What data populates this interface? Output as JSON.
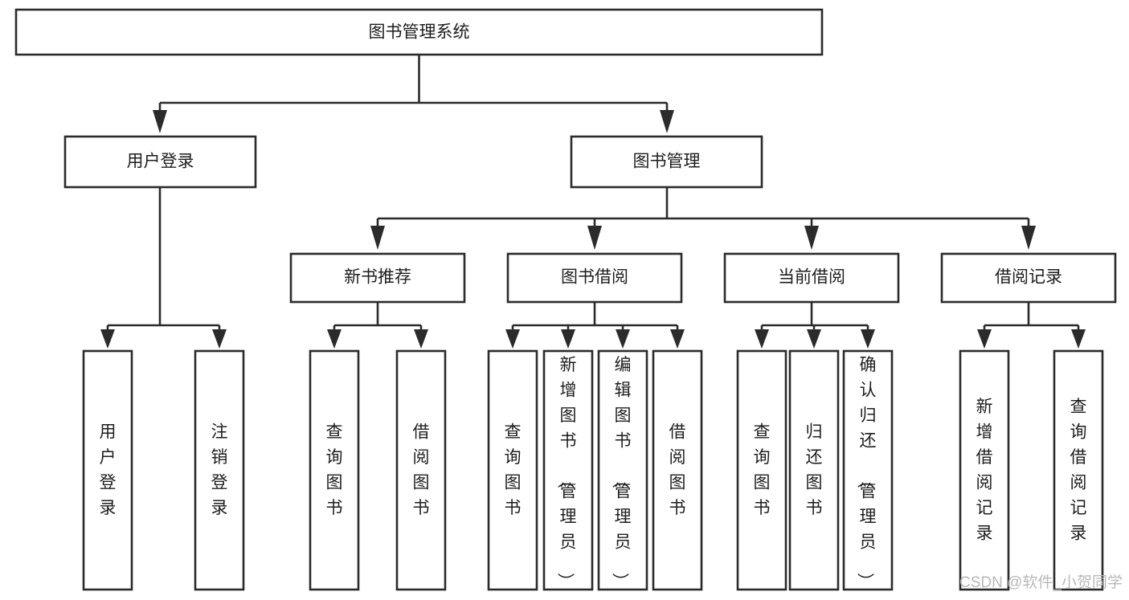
{
  "diagram": {
    "type": "tree",
    "title": "图书管理系统",
    "orientation": "top-down",
    "colors": {
      "box_fill": "#ffffff",
      "box_stroke": "#2b2b2b",
      "text": "#1d1d1d",
      "watermark": "#b9b9b9"
    },
    "levels": {
      "root": {
        "label": "图书管理系统"
      },
      "level2": [
        {
          "id": "user-login",
          "label": "用户登录"
        },
        {
          "id": "book-manage",
          "label": "图书管理"
        }
      ],
      "level3": [
        {
          "id": "new-book-recommend",
          "label": "新书推荐",
          "parent": "book-manage"
        },
        {
          "id": "book-borrow",
          "label": "图书借阅",
          "parent": "book-manage"
        },
        {
          "id": "current-borrow",
          "label": "当前借阅",
          "parent": "book-manage"
        },
        {
          "id": "borrow-record",
          "label": "借阅记录",
          "parent": "book-manage"
        }
      ],
      "leaves": [
        {
          "id": "leaf-user-login",
          "label": "用户登录",
          "parent": "user-login",
          "align": "middle"
        },
        {
          "id": "leaf-user-logout",
          "label": "注销登录",
          "parent": "user-login",
          "align": "middle"
        },
        {
          "id": "leaf-query-book-1",
          "label": "查询图书",
          "parent": "new-book-recommend",
          "align": "middle"
        },
        {
          "id": "leaf-borrow-book-1",
          "label": "借阅图书",
          "parent": "new-book-recommend",
          "align": "middle"
        },
        {
          "id": "leaf-query-book-2",
          "label": "查询图书",
          "parent": "book-borrow",
          "align": "middle"
        },
        {
          "id": "leaf-add-book",
          "label": "新增图书（管理员）",
          "parent": "book-borrow",
          "align": "top"
        },
        {
          "id": "leaf-edit-book",
          "label": "编辑图书（管理员）",
          "parent": "book-borrow",
          "align": "top"
        },
        {
          "id": "leaf-borrow-book-2",
          "label": "借阅图书",
          "parent": "book-borrow",
          "align": "middle"
        },
        {
          "id": "leaf-query-book-3",
          "label": "查询图书",
          "parent": "current-borrow",
          "align": "middle"
        },
        {
          "id": "leaf-return-book",
          "label": "归还图书",
          "parent": "current-borrow",
          "align": "middle"
        },
        {
          "id": "leaf-confirm-return",
          "label": "确认归还（管理员）",
          "parent": "current-borrow",
          "align": "top"
        },
        {
          "id": "leaf-add-record",
          "label": "新增借阅记录",
          "parent": "borrow-record",
          "align": "middle"
        },
        {
          "id": "leaf-query-record",
          "label": "查询借阅记录",
          "parent": "borrow-record",
          "align": "middle"
        }
      ]
    }
  },
  "watermark": {
    "text": "CSDN @软件_小贺同学"
  }
}
